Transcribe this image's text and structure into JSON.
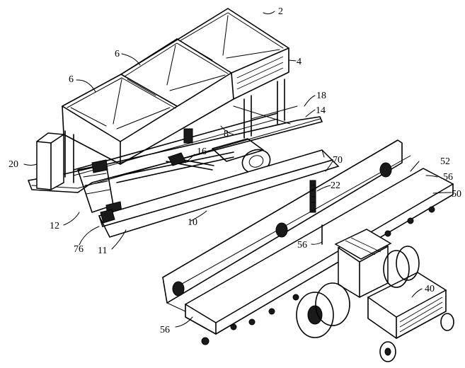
{
  "labels": {
    "l2": "2",
    "l4": "4",
    "l6a": "6",
    "l6b": "6",
    "l8": "8",
    "l10": "10",
    "l11": "11",
    "l12": "12",
    "l14": "14",
    "l16": "16",
    "l18": "18",
    "l20": "20",
    "l22": "22",
    "l40": "40",
    "l50": "50",
    "l52": "52",
    "l56a": "56",
    "l56b": "56",
    "l56c": "56",
    "l70": "70",
    "l76": "76"
  }
}
